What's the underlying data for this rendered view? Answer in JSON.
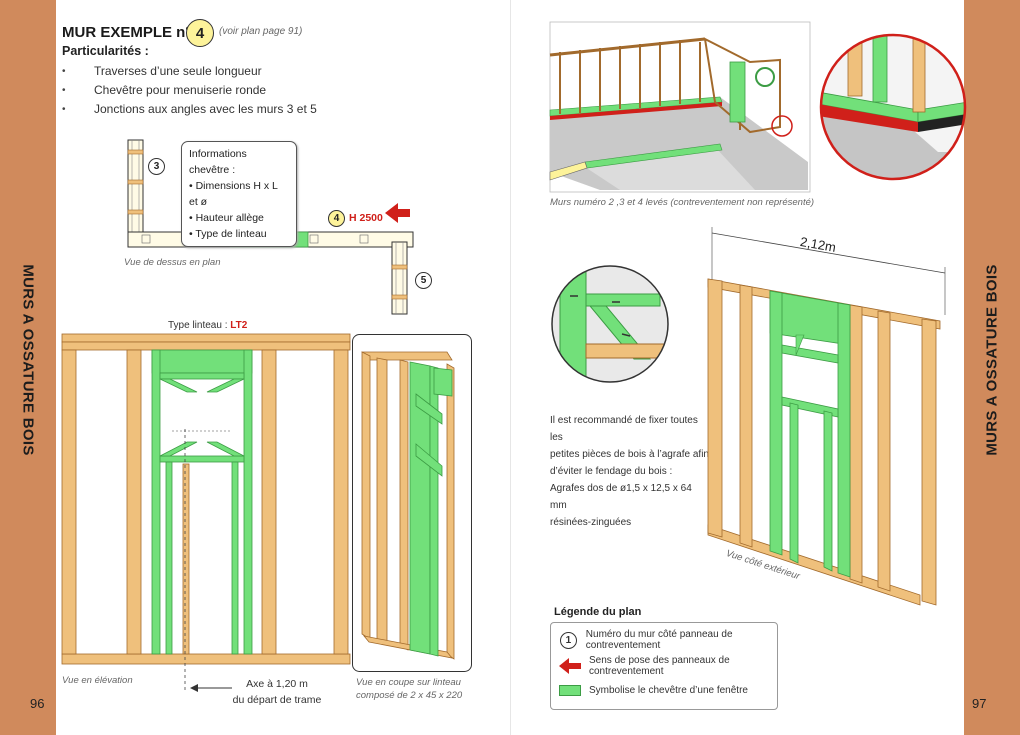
{
  "left_page": {
    "side_title": "MURS A OSSATURE BOIS",
    "page_number": "96",
    "title": "MUR EXEMPLE n°",
    "example_number": "4",
    "plan_reference": "(voir plan page 91)",
    "particularities_heading": "Particularités :",
    "particularities": [
      "Traverses d’une seule longueur",
      "Chevêtre pour menuiserie ronde",
      "Jonctions aux angles avec les murs 3 et 5"
    ],
    "callout": {
      "heading": "Informations chevêtre :",
      "items": [
        "• Dimensions H x L et ø",
        "• Hauteur allège",
        "• Type de linteau"
      ]
    },
    "plan": {
      "wall_3": "3",
      "wall_4": "4",
      "wall_5": "5",
      "height_label": "H 2500",
      "caption": "Vue de dessus en plan"
    },
    "elevation": {
      "lintel_label": "Type linteau :",
      "lintel_value": "LT2",
      "caption": "Vue en élévation",
      "axis_line1": "Axe à 1,20 m",
      "axis_line2": "du départ de trame"
    },
    "section": {
      "caption_line1": "Vue en coupe sur linteau",
      "caption_line2": "composé de 2 x 45 x 220"
    }
  },
  "right_page": {
    "side_title": "MURS A OSSATURE BOIS",
    "page_number": "97",
    "walls_caption": "Murs numéro 2 ,3 et 4 levés (contreventement non représenté)",
    "dimension": "2,12m",
    "exterior_caption": "Vue côté extérieur",
    "note_lines": [
      "Il est recommandé de fixer toutes les",
      "petites pièces de bois à l’agrafe afin",
      "d’éviter le fendage du bois :",
      "Agrafes dos de ø1,5 x 12,5 x 64  mm",
      "résinées-zinguées"
    ],
    "legend": {
      "title": "Légende du plan",
      "symbol_number": "1",
      "items": [
        "Numéro du mur côté panneau de contreventement",
        "Sens de pose des panneaux de contreventement",
        "Symbolise le chevêtre d’une fenêtre"
      ]
    }
  },
  "colors": {
    "wood": "#efc07c",
    "wood_edge": "#a26a2c",
    "green": "#72e07a",
    "green_edge": "#3c9c44",
    "red": "#d0201a",
    "band": "#d08a5c",
    "yellow": "#fdf39a"
  }
}
